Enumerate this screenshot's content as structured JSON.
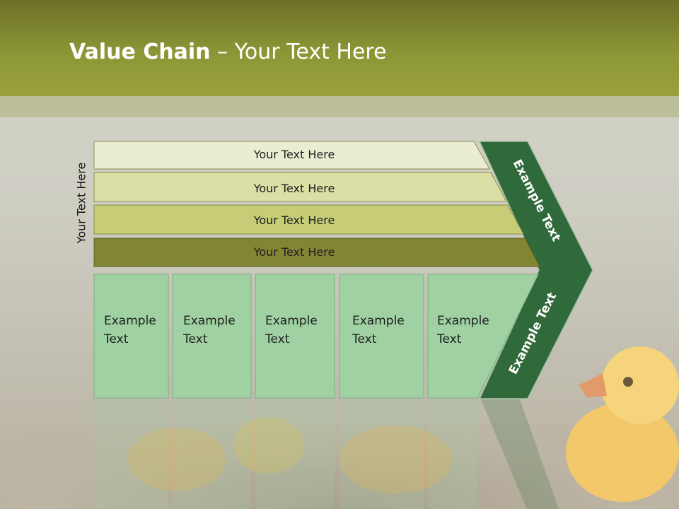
{
  "slide": {
    "title_bold": "Value Chain",
    "title_rest": " – Your Text Here",
    "side_label": "Your Text Here"
  },
  "rows": [
    {
      "label": "Your Text Here",
      "color": "#ebedd3"
    },
    {
      "label": "Your Text Here",
      "color": "#dbdfa6"
    },
    {
      "label": "Your Text Here",
      "color": "#c7cc77"
    },
    {
      "label": "Your Text Here",
      "color": "#828533"
    }
  ],
  "columns": [
    {
      "line1": "Example",
      "line2": "Text"
    },
    {
      "line1": "Example",
      "line2": "Text"
    },
    {
      "line1": "Example",
      "line2": "Text"
    },
    {
      "line1": "Example",
      "line2": "Text"
    },
    {
      "line1": "Example",
      "line2": "Text"
    }
  ],
  "chevron": {
    "upper_label": "Example Text",
    "lower_label": "Example Text",
    "color": "#30693a"
  },
  "colors": {
    "column_fill": "#9fd1a2",
    "header": "#8c9636"
  }
}
